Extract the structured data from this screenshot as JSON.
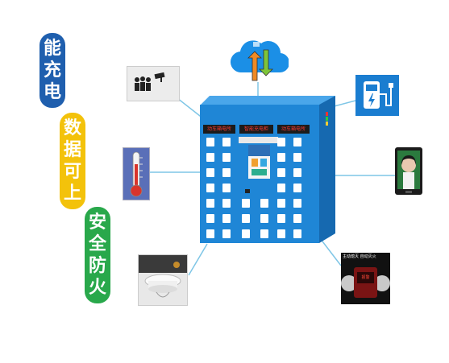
{
  "pills": {
    "energy_charging": [
      "能",
      "充",
      "电"
    ],
    "data_online": [
      "数",
      "据",
      "可",
      "上"
    ],
    "fire_safety": [
      "安",
      "全",
      "防",
      "火"
    ]
  },
  "cabinet": {
    "sign_left": "动车箱电所",
    "sign_center": "智能充电柜",
    "sign_right": "动车箱电所"
  },
  "tiles": {
    "fire_alarm_caption": "主动熄灭 自动灭火",
    "alarm_screen_text": "报警"
  },
  "colors": {
    "blue": "#1f5fae",
    "yellow": "#f3c20b",
    "green": "#29a84b",
    "cabinet": "#1f86d6",
    "line": "#7fc6e6"
  }
}
